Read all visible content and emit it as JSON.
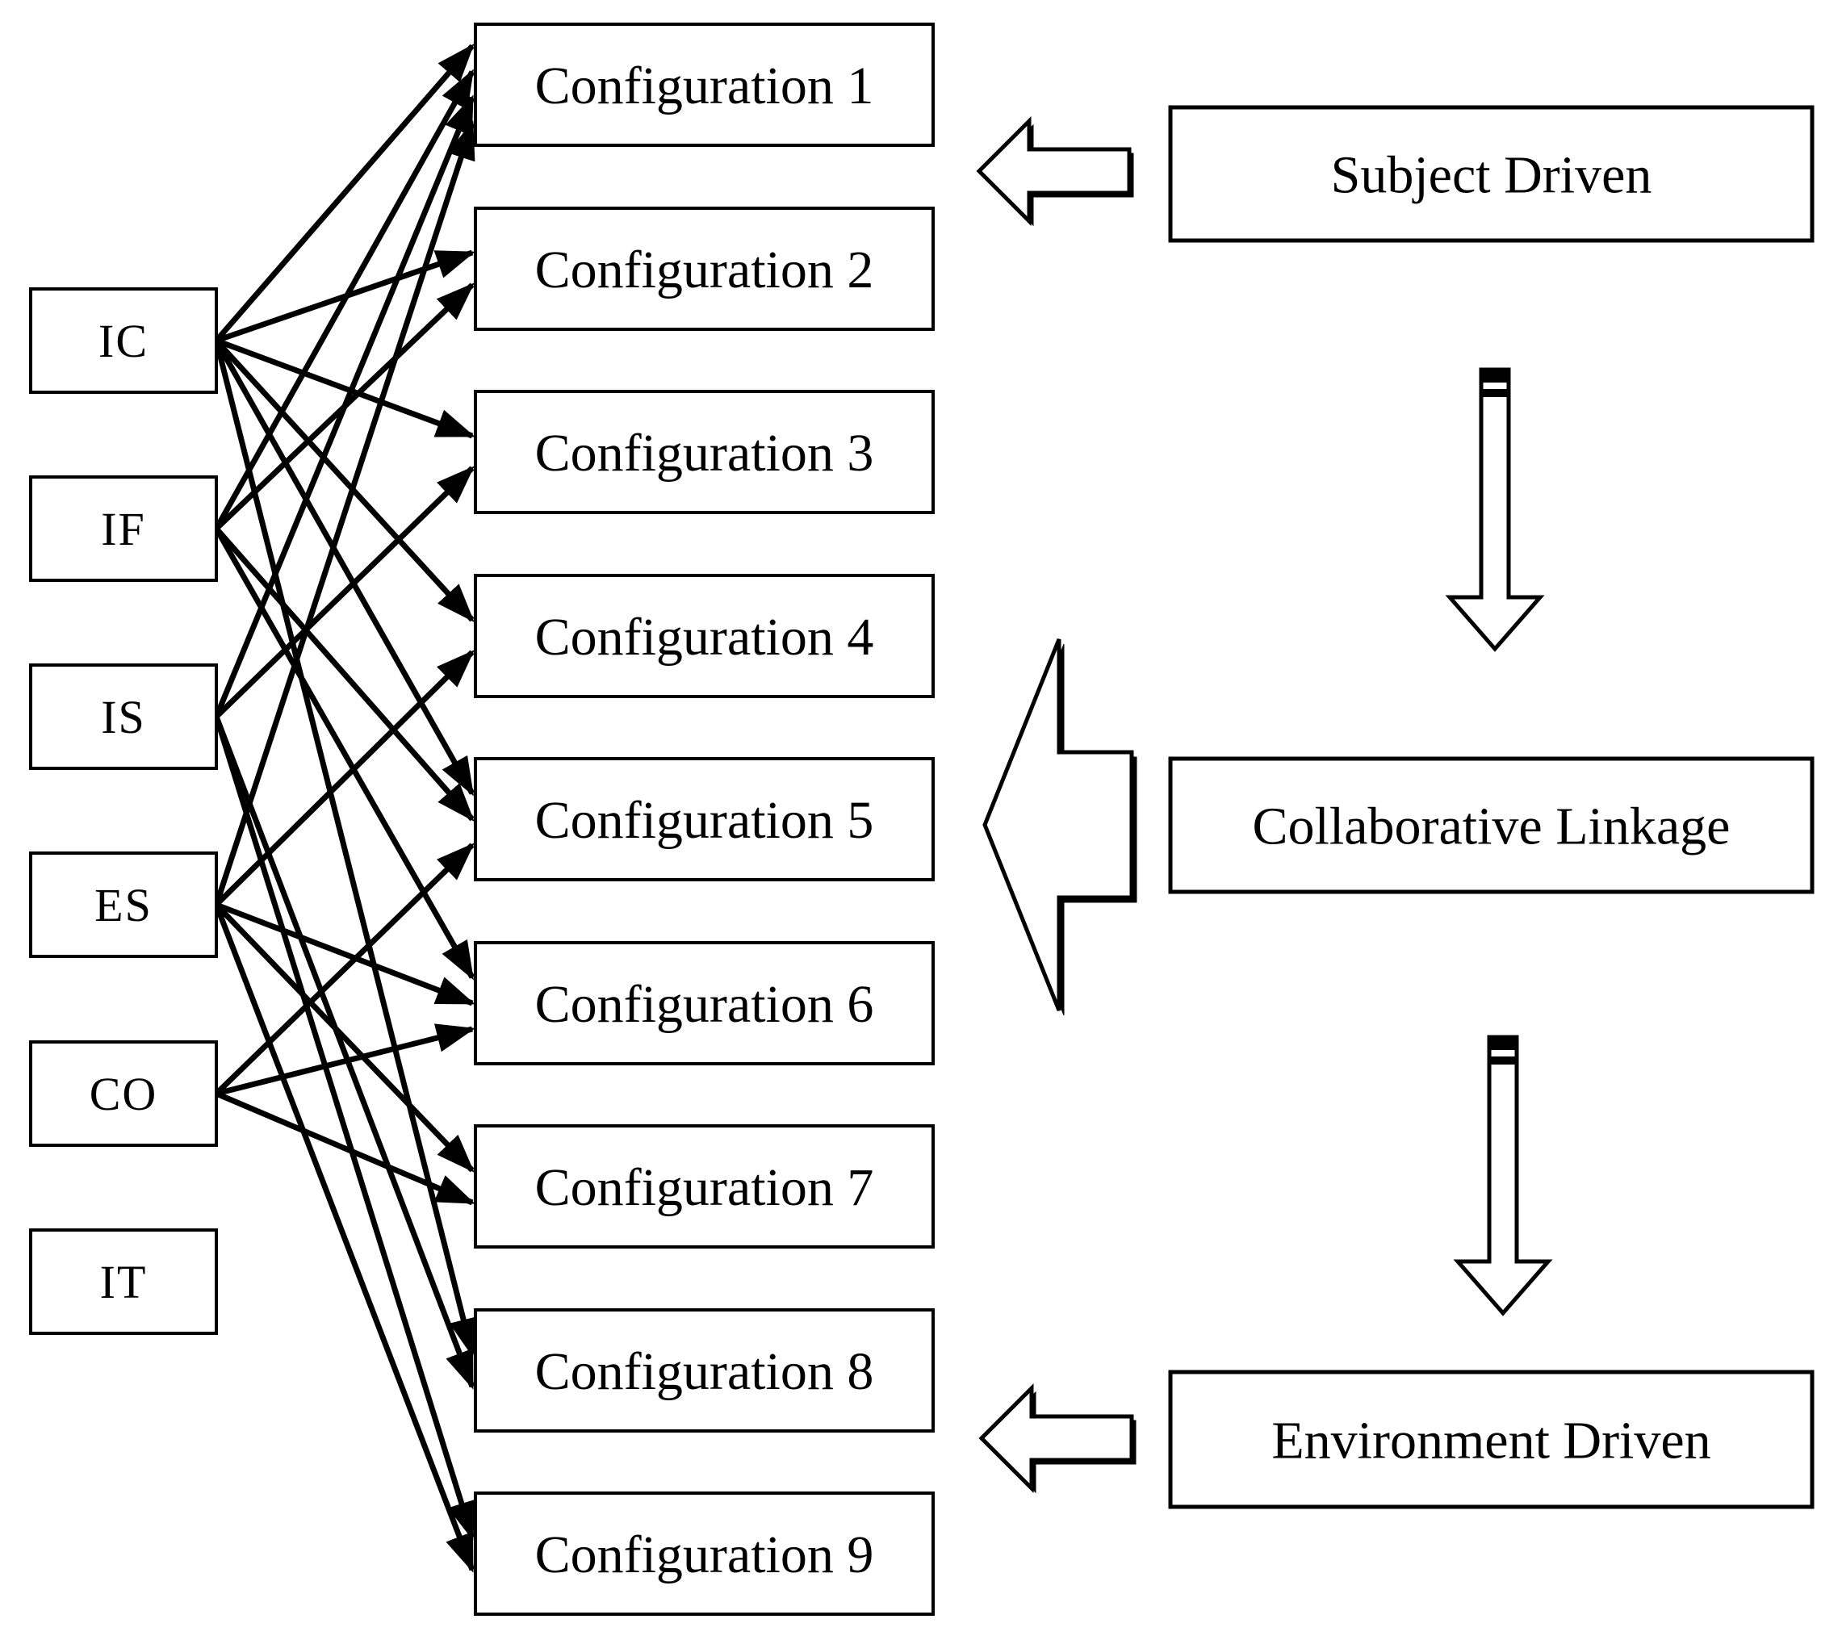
{
  "diagram": {
    "colors": {
      "ink": "#000000",
      "background": "#ffffff"
    },
    "conditions": [
      {
        "id": "IC",
        "label": "IC"
      },
      {
        "id": "IF",
        "label": "IF"
      },
      {
        "id": "IS",
        "label": "IS"
      },
      {
        "id": "ES",
        "label": "ES"
      },
      {
        "id": "CO",
        "label": "CO"
      },
      {
        "id": "IT",
        "label": "IT"
      }
    ],
    "configurations": [
      {
        "id": "C1",
        "label": "Configuration 1"
      },
      {
        "id": "C2",
        "label": "Configuration 2"
      },
      {
        "id": "C3",
        "label": "Configuration 3"
      },
      {
        "id": "C4",
        "label": "Configuration 4"
      },
      {
        "id": "C5",
        "label": "Configuration 5"
      },
      {
        "id": "C6",
        "label": "Configuration 6"
      },
      {
        "id": "C7",
        "label": "Configuration 7"
      },
      {
        "id": "C8",
        "label": "Configuration 8"
      },
      {
        "id": "C9",
        "label": "Configuration 9"
      }
    ],
    "edges": [
      [
        "IC",
        "C1"
      ],
      [
        "IC",
        "C2"
      ],
      [
        "IC",
        "C3"
      ],
      [
        "IC",
        "C4"
      ],
      [
        "IC",
        "C5"
      ],
      [
        "IC",
        "C8"
      ],
      [
        "IF",
        "C1"
      ],
      [
        "IF",
        "C2"
      ],
      [
        "IF",
        "C5"
      ],
      [
        "IF",
        "C6"
      ],
      [
        "IS",
        "C1"
      ],
      [
        "IS",
        "C3"
      ],
      [
        "IS",
        "C8"
      ],
      [
        "IS",
        "C9"
      ],
      [
        "ES",
        "C1"
      ],
      [
        "ES",
        "C4"
      ],
      [
        "ES",
        "C6"
      ],
      [
        "ES",
        "C7"
      ],
      [
        "ES",
        "C9"
      ],
      [
        "CO",
        "C5"
      ],
      [
        "CO",
        "C6"
      ],
      [
        "CO",
        "C7"
      ]
    ],
    "annotations": [
      {
        "id": "subject",
        "label": "Subject Driven",
        "icon": "left-block-arrow-icon"
      },
      {
        "id": "collaborative",
        "label": "Collaborative Linkage",
        "icon": "big-left-block-arrow-icon"
      },
      {
        "id": "environment",
        "label": "Environment Driven",
        "icon": "left-block-arrow-icon"
      }
    ],
    "flow_arrows": [
      {
        "id": "subject-to-collaborative",
        "icon": "down-block-arrow-icon"
      },
      {
        "id": "collaborative-to-environment",
        "icon": "down-block-arrow-icon"
      }
    ]
  }
}
